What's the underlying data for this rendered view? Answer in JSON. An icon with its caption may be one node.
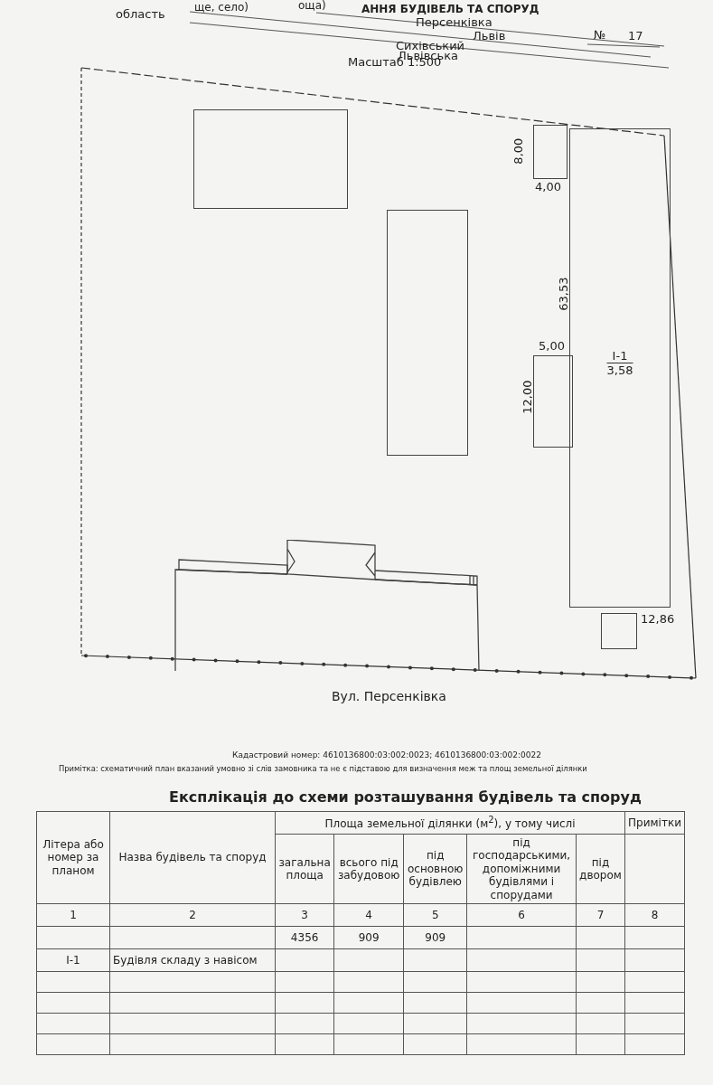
{
  "diagram": {
    "nodes": [
      {
        "text": [],
        "shape": "box"
      },
      {
        "text": [],
        "shape": "box"
      },
      {
        "text": [],
        "shape": "box"
      },
      {
        "text": [
          "І-1",
          "3,58"
        ]
      },
      {
        "text": [],
        "shape": "box"
      },
      {
        "text": [],
        "shape": "box"
      },
      {
        "text": [],
        "shape": "box"
      }
    ],
    "labels": [
      "оща)",
      "область",
      "ще, село)",
      "АННЯ БУДІВЕЛЬ ТА СПОРУД",
      "Персенківка",
      "Львів",
      "№",
      "17",
      "Сихівський",
      "Львівська",
      "Масштаб 1:500",
      "8,00",
      "4,00",
      "63,53",
      "5,00",
      "12,00",
      "12,86",
      "Вул. Персенківка",
      "Кадастровий номер: 4610136800:03:002:0023; 4610136800:03:002:0022",
      "Примітка: схематичний план вказаний умовно зі слів замовника та не є підставою для визначення меж та площ земельної ділянки",
      "Експлікація до схеми розташування будівель та споруд",
      "Літера або номер за планом",
      "Назва будівель та споруд",
      "Площа земельної ділянки (м$^{2}$), у тому числі",
      "Примітки",
      "загальна площа",
      "всього під забудовою",
      "під основною будівлею",
      "під господарськими, допоміжними будівлями і спорудами",
      "під двором",
      "1",
      "2",
      "3",
      "4",
      "5",
      "6",
      "7",
      "8",
      "4356",
      "909",
      "909",
      "І-1",
      "Будівля складу з навісом"
    ]
  }
}
